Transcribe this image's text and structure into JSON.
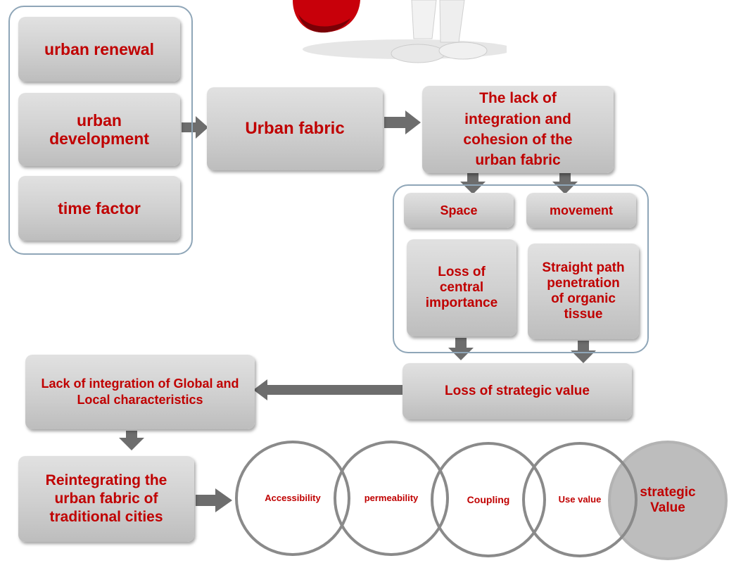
{
  "causes": [
    "urban renewal",
    "urban development",
    "time factor"
  ],
  "fabric": "Urban fabric",
  "problem": "The lack of integration and cohesion of the urban fabric",
  "dimensions": {
    "space": "Space",
    "movement": "movement"
  },
  "effects": {
    "space_effect": "Loss of central importance",
    "movement_effect": "Straight path penetration of organic tissue"
  },
  "loss": "Loss of strategic value",
  "lack": "Lack of integration of Global and Local characteristics",
  "reintegrating": "Reintegrating the urban fabric of traditional cities",
  "circles": [
    {
      "label": "Accessibility"
    },
    {
      "label": "permeability"
    },
    {
      "label": "Coupling"
    },
    {
      "label": "Use value"
    },
    {
      "label": "strategic Value"
    }
  ],
  "colors": {
    "text": "#c00000",
    "box": "#d0d0d0",
    "arrow": "#6d6d6d",
    "circle_border": "#8a8a8a",
    "group_border": "#8fa6b8",
    "strategic_fill": "#bdbdbd"
  }
}
